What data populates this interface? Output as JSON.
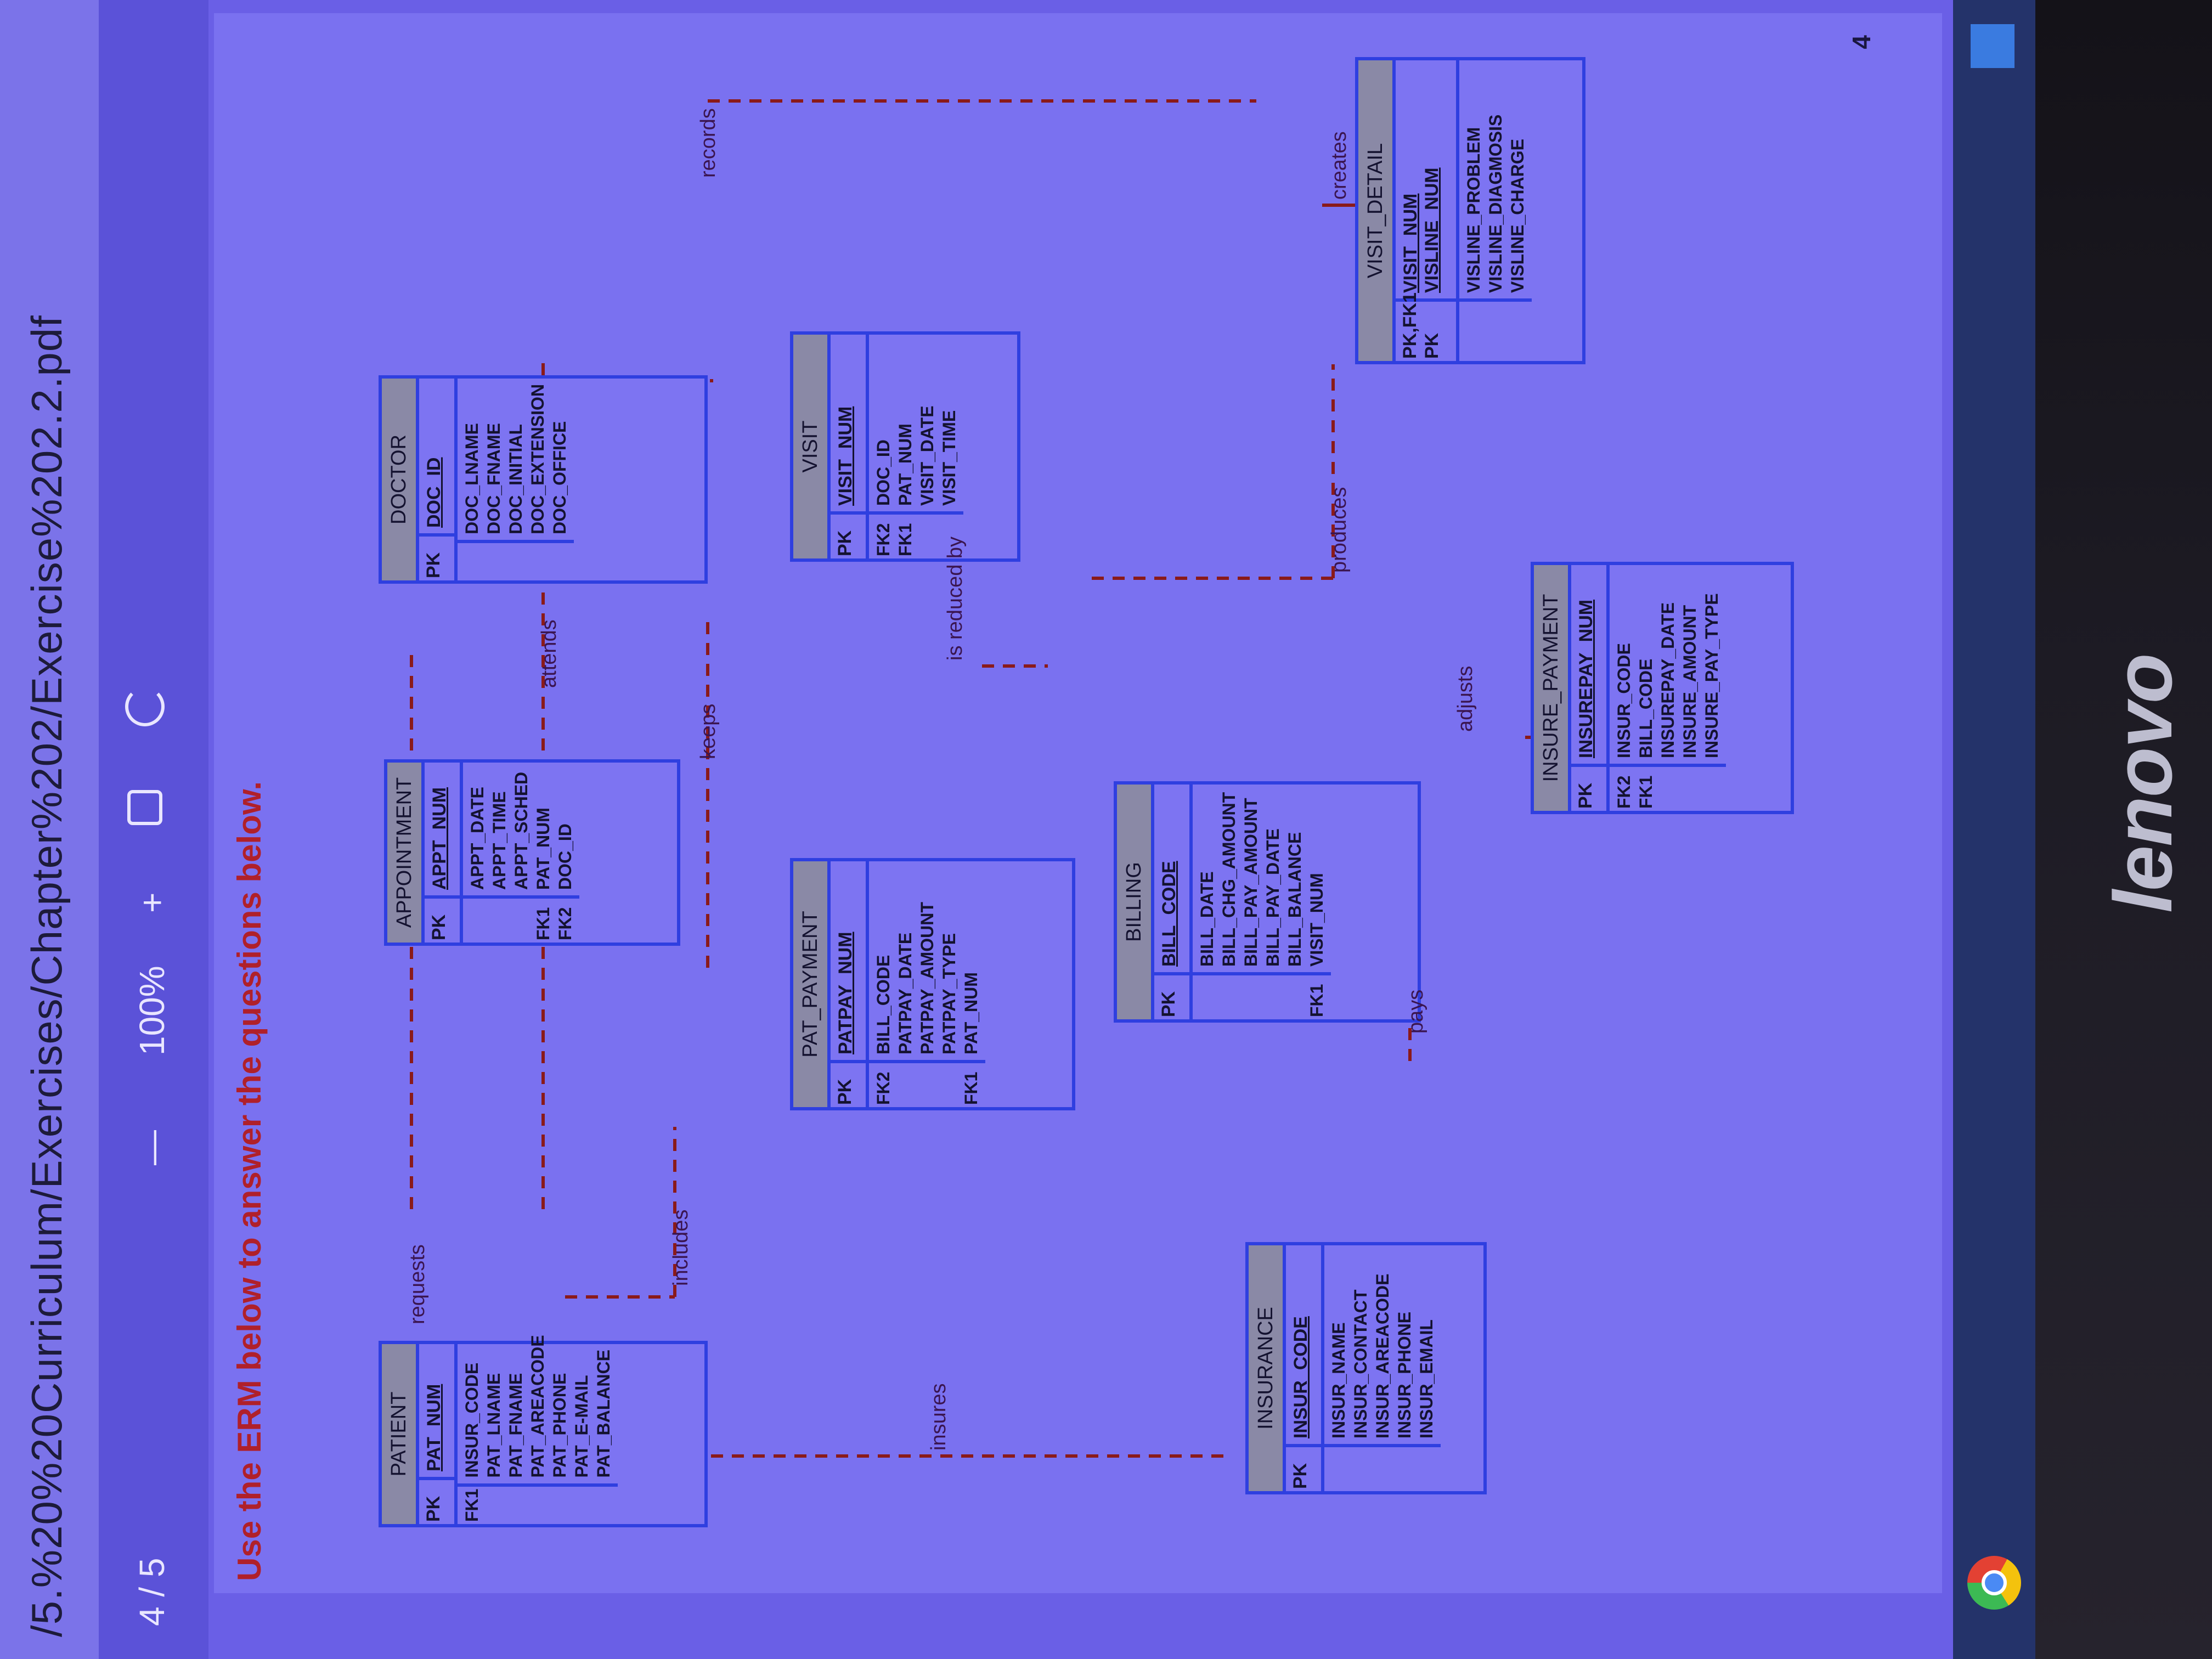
{
  "browser": {
    "url": "/5.%20%20Curriculum/Exercises/Chapter%202/Exercise%202.2.pdf"
  },
  "toolbar": {
    "page_indicator": "4 / 5",
    "zoom_minus": "—",
    "zoom": "100%",
    "zoom_plus": "+"
  },
  "document": {
    "heading": "Use the ERM below to answer the questions below.",
    "page_number": "4"
  },
  "monitor": {
    "brand": "lenovo"
  },
  "entities": {
    "patient": {
      "name": "PATIENT",
      "pk_label": "PK",
      "pk": "PAT_NUM",
      "keys": "FK1",
      "attrs": [
        "INSUR_CODE",
        "PAT_LNAME",
        "PAT_FNAME",
        "PAT_AREACODE",
        "PAT_PHONE",
        "PAT_E-MAIL",
        "PAT_BALANCE"
      ]
    },
    "appointment": {
      "name": "APPOINTMENT",
      "pk_label": "PK",
      "pk": "APPT_NUM",
      "keys": [
        "",
        "",
        "",
        "FK1",
        "FK2"
      ],
      "attrs": [
        "APPT_DATE",
        "APPT_TIME",
        "APPT_SCHED",
        "PAT_NUM",
        "DOC_ID"
      ]
    },
    "doctor": {
      "name": "DOCTOR",
      "pk_label": "PK",
      "pk": "DOC_ID",
      "attrs": [
        "DOC_LNAME",
        "DOC_FNAME",
        "DOC_INITIAL",
        "DOC_EXTENSION",
        "DOC_OFFICE"
      ]
    },
    "pat_payment": {
      "name": "PAT_PAYMENT",
      "pk_label": "PK",
      "pk": "PATPAY_NUM",
      "keys": [
        "FK2",
        "",
        "",
        "",
        "FK1"
      ],
      "attrs": [
        "BILL_CODE",
        "PATPAY_DATE",
        "PATPAY_AMOUNT",
        "PATPAY_TYPE",
        "PAT_NUM"
      ]
    },
    "visit": {
      "name": "VISIT",
      "pk_label": "PK",
      "pk": "VISIT_NUM",
      "keys": [
        "FK2",
        "FK1"
      ],
      "attrs": [
        "DOC_ID",
        "PAT_NUM",
        "VISIT_DATE",
        "VISIT_TIME"
      ]
    },
    "insurance": {
      "name": "INSURANCE",
      "pk_label": "PK",
      "pk": "INSUR_CODE",
      "attrs": [
        "INSUR_NAME",
        "INSUR_CONTACT",
        "INSUR_AREACODE",
        "INSUR_PHONE",
        "INSUR_EMAIL"
      ]
    },
    "billing": {
      "name": "BILLING",
      "pk_label": "PK",
      "pk": "BILL_CODE",
      "keys": [
        "",
        "",
        "",
        "",
        "",
        "FK1"
      ],
      "attrs": [
        "BILL_DATE",
        "BILL_CHG_AMOUNT",
        "BILL_PAY_AMOUNT",
        "BILL_PAY_DATE",
        "BILL_BALANCE",
        "VISIT_NUM"
      ]
    },
    "insure_payment": {
      "name": "INSURE_PAYMENT",
      "pk_label": "PK",
      "pk": "INSUREPAY_NUM",
      "keys": [
        "FK2",
        "FK1"
      ],
      "attrs": [
        "INSUR_CODE",
        "BILL_CODE",
        "INSUREPAY_DATE",
        "INSURE_AMOUNT",
        "INSURE_PAY_TYPE"
      ]
    },
    "visit_detail": {
      "name": "VISIT_DETAIL",
      "pk_label": "PK,FK1",
      "pk": "VISIT_NUM",
      "pk2_label": "PK",
      "pk2": "VISLINE_NUM",
      "attrs": [
        "VISLINE_PROBLEM",
        "VISLINE_DIAGMOSIS",
        "VISLINE_CHARGE"
      ]
    }
  },
  "relationships": {
    "requests": "requests",
    "keeps": "keeps",
    "attends": "attends",
    "records": "records",
    "includes": "includes",
    "insures": "insures",
    "produces": "produces",
    "is_reduced_by": "is reduced by",
    "creates": "creates",
    "pays": "pays",
    "adjusts": "adjusts"
  }
}
